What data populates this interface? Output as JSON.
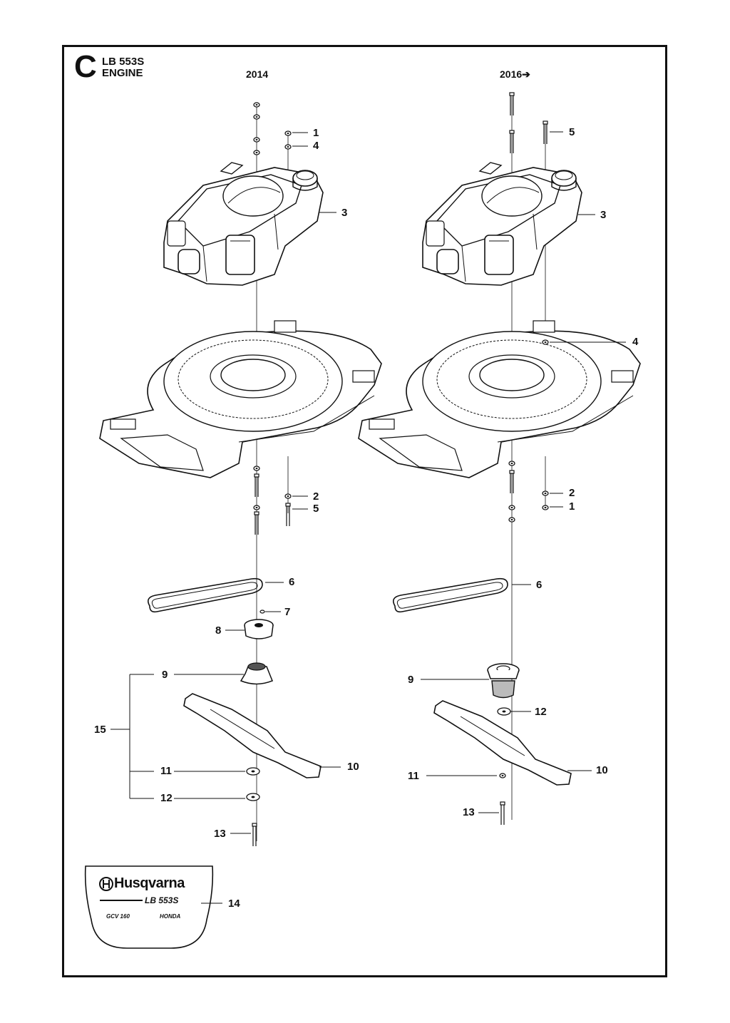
{
  "header": {
    "section_letter": "C",
    "model": "LB 553S",
    "group": "ENGINE"
  },
  "variants": [
    {
      "year_label": "2014"
    },
    {
      "year_label": "2016"
    }
  ],
  "arrow_glyph": "➔",
  "callouts": {
    "left": {
      "c1": "1",
      "c4": "4",
      "c3": "3",
      "c2": "2",
      "c5": "5",
      "c6": "6",
      "c7": "7",
      "c8": "8",
      "c9": "9",
      "c15": "15",
      "c10": "10",
      "c11": "11",
      "c12": "12",
      "c13": "13"
    },
    "right": {
      "c5": "5",
      "c3": "3",
      "c4": "4",
      "c2": "2",
      "c1": "1",
      "c6": "6",
      "c9": "9",
      "c12": "12",
      "c10": "10",
      "c11": "11",
      "c13": "13"
    },
    "c14": "14"
  },
  "decal": {
    "brand": "Husqvarna",
    "model": "LB 553S",
    "engine": "GCV 160",
    "engine_brand": "HONDA"
  }
}
